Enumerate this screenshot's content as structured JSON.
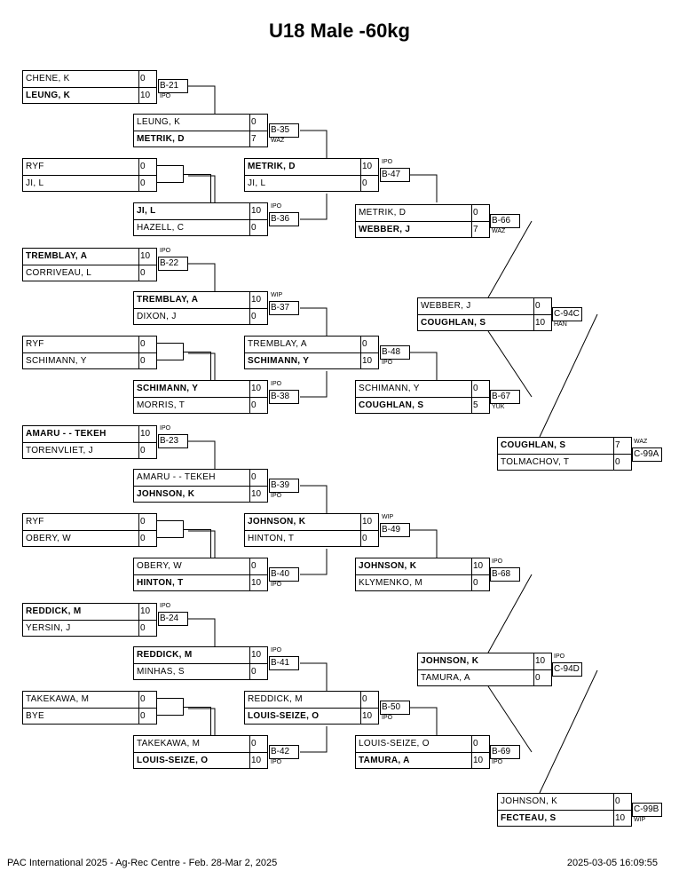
{
  "title": "U18 Male -60kg",
  "footer": {
    "event": "PAC International 2025 - Ag-Rec Centre - Feb. 28-Mar 2, 2025",
    "timestamp": "2025-03-05 16:09:55"
  },
  "boxes": [
    {
      "p1": "CHENE, K",
      "s1": "0",
      "p2": "LEUNG, K",
      "s2": "10",
      "win": 2
    },
    {
      "p1": "LEUNG, K",
      "s1": "0",
      "p2": "METRIK, D",
      "s2": "7",
      "win": 2
    },
    {
      "p1": "RYF",
      "s1": "0",
      "p2": "JI, L",
      "s2": "0",
      "win": 0
    },
    {
      "p1": "METRIK, D",
      "s1": "10",
      "p2": "JI, L",
      "s2": "0",
      "win": 1
    },
    {
      "p1": "JI, L",
      "s1": "10",
      "p2": "HAZELL, C",
      "s2": "0",
      "win": 1
    },
    {
      "p1": "METRIK, D",
      "s1": "0",
      "p2": "WEBBER, J",
      "s2": "7",
      "win": 2
    },
    {
      "p1": "TREMBLAY, A",
      "s1": "10",
      "p2": "CORRIVEAU, L",
      "s2": "0",
      "win": 1
    },
    {
      "p1": "TREMBLAY, A",
      "s1": "10",
      "p2": "DIXON, J",
      "s2": "0",
      "win": 1
    },
    {
      "p1": "WEBBER, J",
      "s1": "0",
      "p2": "COUGHLAN, S",
      "s2": "10",
      "win": 2
    },
    {
      "p1": "RYF",
      "s1": "0",
      "p2": "SCHIMANN, Y",
      "s2": "0",
      "win": 0
    },
    {
      "p1": "TREMBLAY, A",
      "s1": "0",
      "p2": "SCHIMANN, Y",
      "s2": "10",
      "win": 2
    },
    {
      "p1": "SCHIMANN, Y",
      "s1": "10",
      "p2": "MORRIS, T",
      "s2": "0",
      "win": 1
    },
    {
      "p1": "SCHIMANN, Y",
      "s1": "0",
      "p2": "COUGHLAN, S",
      "s2": "5",
      "win": 2
    },
    {
      "p1": "AMARU - - TEKEH",
      "s1": "10",
      "p2": "TORENVLIET, J",
      "s2": "0",
      "win": 1
    },
    {
      "p1": "COUGHLAN, S",
      "s1": "7",
      "p2": "TOLMACHOV, T",
      "s2": "0",
      "win": 1
    },
    {
      "p1": "AMARU - - TEKEH",
      "s1": "0",
      "p2": "JOHNSON, K",
      "s2": "10",
      "win": 2
    },
    {
      "p1": "RYF",
      "s1": "0",
      "p2": "OBERY, W",
      "s2": "0",
      "win": 0
    },
    {
      "p1": "JOHNSON, K",
      "s1": "10",
      "p2": "HINTON, T",
      "s2": "0",
      "win": 1
    },
    {
      "p1": "OBERY, W",
      "s1": "0",
      "p2": "HINTON, T",
      "s2": "10",
      "win": 2
    },
    {
      "p1": "JOHNSON, K",
      "s1": "10",
      "p2": "KLYMENKO, M",
      "s2": "0",
      "win": 1
    },
    {
      "p1": "REDDICK, M",
      "s1": "10",
      "p2": "YERSIN, J",
      "s2": "0",
      "win": 1
    },
    {
      "p1": "REDDICK, M",
      "s1": "10",
      "p2": "MINHAS, S",
      "s2": "0",
      "win": 1
    },
    {
      "p1": "JOHNSON, K",
      "s1": "10",
      "p2": "TAMURA, A",
      "s2": "0",
      "win": 1
    },
    {
      "p1": "TAKEKAWA, M",
      "s1": "0",
      "p2": "BYE",
      "s2": "0",
      "win": 0
    },
    {
      "p1": "REDDICK, M",
      "s1": "0",
      "p2": "LOUIS-SEIZE, O",
      "s2": "10",
      "win": 2
    },
    {
      "p1": "TAKEKAWA, M",
      "s1": "0",
      "p2": "LOUIS-SEIZE, O",
      "s2": "10",
      "win": 2
    },
    {
      "p1": "LOUIS-SEIZE, O",
      "s1": "0",
      "p2": "TAMURA, A",
      "s2": "10",
      "win": 2
    },
    {
      "p1": "JOHNSON, K",
      "s1": "0",
      "p2": "FECTEAU, S",
      "s2": "10",
      "win": 2
    }
  ],
  "matches": [
    {
      "id": "B-21",
      "tag": "IPO"
    },
    {
      "id": "B-35",
      "tag": "WAZ"
    },
    {
      "id": "B-47",
      "tag": "IPO"
    },
    {
      "id": "B-36",
      "tag": "IPO"
    },
    {
      "id": "B-66",
      "tag": "WAZ"
    },
    {
      "id": "B-22",
      "tag": "IPO"
    },
    {
      "id": "B-37",
      "tag": "WIP"
    },
    {
      "id": "C-94C",
      "tag": "HAN"
    },
    {
      "id": "B-48",
      "tag": "IPO"
    },
    {
      "id": "B-38",
      "tag": "IPO"
    },
    {
      "id": "B-67",
      "tag": "YUK"
    },
    {
      "id": "B-23",
      "tag": "IPO"
    },
    {
      "id": "C-99A",
      "tag": "WAZ"
    },
    {
      "id": "B-39",
      "tag": "IPO"
    },
    {
      "id": "B-49",
      "tag": "WIP"
    },
    {
      "id": "B-40",
      "tag": "IPO"
    },
    {
      "id": "B-68",
      "tag": "IPO"
    },
    {
      "id": "B-24",
      "tag": "IPO"
    },
    {
      "id": "B-41",
      "tag": "IPO"
    },
    {
      "id": "C-94D",
      "tag": "IPO"
    },
    {
      "id": "B-50",
      "tag": "IPO"
    },
    {
      "id": "B-42",
      "tag": "IPO"
    },
    {
      "id": "B-69",
      "tag": "IPO"
    },
    {
      "id": "C-99B",
      "tag": "WIP"
    }
  ]
}
